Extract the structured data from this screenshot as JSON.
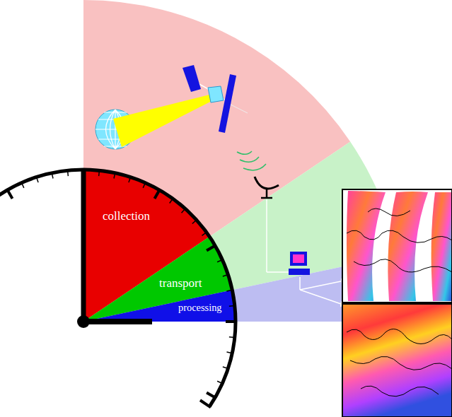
{
  "diagram": {
    "nodes": [
      {
        "text": [
          "collection"
        ]
      },
      {
        "text": [
          "transport"
        ]
      },
      {
        "text": [
          "processing"
        ]
      }
    ]
  }
}
